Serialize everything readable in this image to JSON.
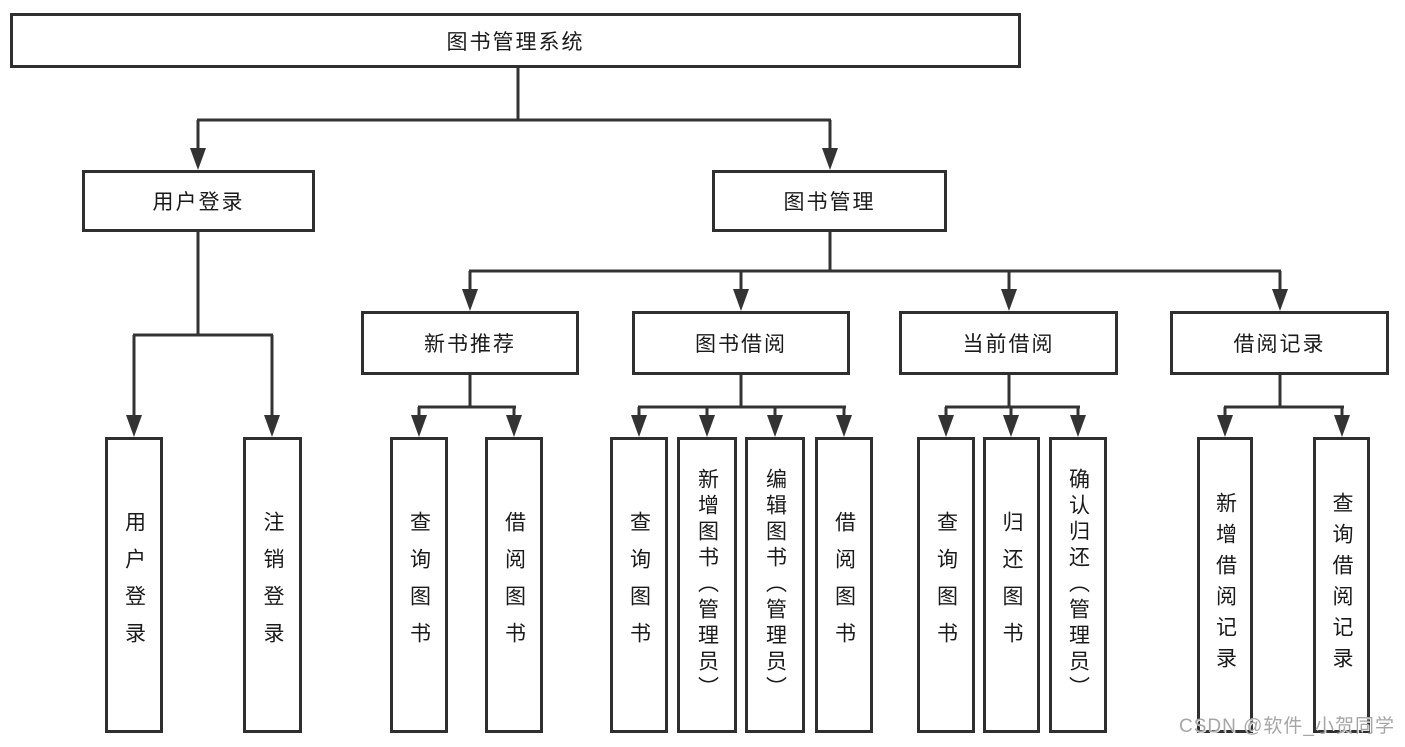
{
  "colors": {
    "line": "#333333",
    "box_border": "#2f2f2f",
    "text": "#1a1a1a",
    "watermark": "#a6a6a6",
    "bg": "#ffffff"
  },
  "tree": {
    "label": "图书管理系统",
    "children": [
      {
        "label": "用户登录",
        "children": [
          {
            "label": "用户登录"
          },
          {
            "label": "注销登录"
          }
        ]
      },
      {
        "label": "图书管理",
        "children": [
          {
            "label": "新书推荐",
            "children": [
              {
                "label": "查询图书"
              },
              {
                "label": "借阅图书"
              }
            ]
          },
          {
            "label": "图书借阅",
            "children": [
              {
                "label": "查询图书"
              },
              {
                "label": "新增图书（管理员）"
              },
              {
                "label": "编辑图书（管理员）"
              },
              {
                "label": "借阅图书"
              }
            ]
          },
          {
            "label": "当前借阅",
            "children": [
              {
                "label": "查询图书"
              },
              {
                "label": "归还图书"
              },
              {
                "label": "确认归还（管理员）"
              }
            ]
          },
          {
            "label": "借阅记录",
            "children": [
              {
                "label": "新增借阅记录"
              },
              {
                "label": "查询借阅记录"
              }
            ]
          }
        ]
      }
    ]
  },
  "watermark": {
    "text": "CSDN @软件_小贺同学"
  }
}
